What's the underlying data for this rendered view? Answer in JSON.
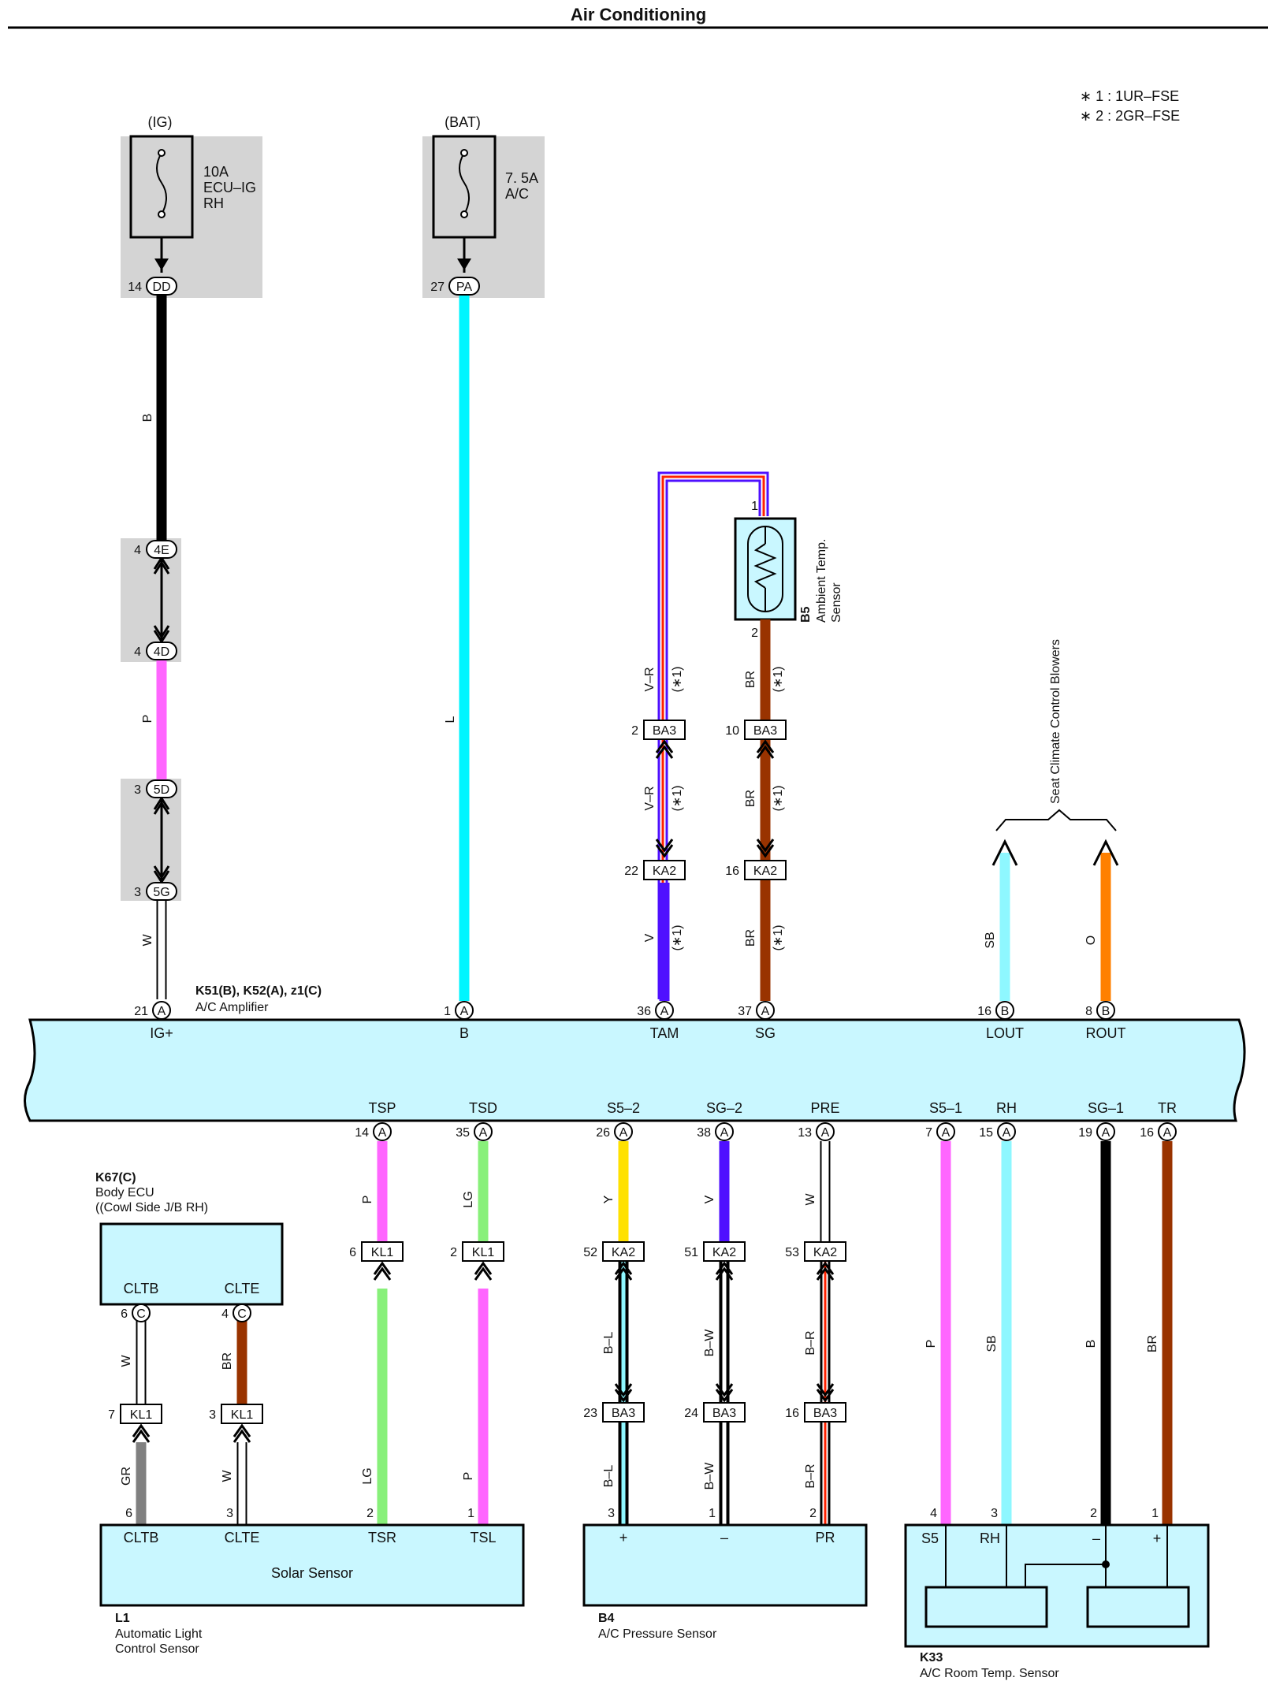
{
  "title": "Air Conditioning",
  "notes": [
    "∗ 1 : 1UR–FSE",
    "∗ 2 : 2GR–FSE"
  ],
  "fuses": [
    {
      "source": "(IG)",
      "lines": [
        "10A",
        "ECU–IG",
        "RH"
      ],
      "pin": "14",
      "connector": "DD"
    },
    {
      "source": "(BAT)",
      "lines": [
        "7. 5A",
        "A/C"
      ],
      "pin": "27",
      "connector": "PA"
    }
  ],
  "junctions": [
    {
      "pin": "4",
      "id": "4E"
    },
    {
      "pin": "4",
      "id": "4D"
    },
    {
      "pin": "3",
      "id": "5D"
    },
    {
      "pin": "3",
      "id": "5G"
    }
  ],
  "amplifier": {
    "ref": "K51(B), K52(A), z1(C)",
    "name": "A/C Amplifier",
    "top_pins": [
      {
        "num": "21",
        "conn": "A",
        "label": "IG+"
      },
      {
        "num": "1",
        "conn": "A",
        "label": "B"
      },
      {
        "num": "36",
        "conn": "A",
        "label": "TAM"
      },
      {
        "num": "37",
        "conn": "A",
        "label": "SG"
      },
      {
        "num": "16",
        "conn": "B",
        "label": "LOUT"
      },
      {
        "num": "8",
        "conn": "B",
        "label": "ROUT"
      }
    ],
    "bottom_pins": [
      {
        "num": "14",
        "conn": "A",
        "label": "TSP"
      },
      {
        "num": "35",
        "conn": "A",
        "label": "TSD"
      },
      {
        "num": "26",
        "conn": "A",
        "label": "S5–2"
      },
      {
        "num": "38",
        "conn": "A",
        "label": "SG–2"
      },
      {
        "num": "13",
        "conn": "A",
        "label": "PRE"
      },
      {
        "num": "7",
        "conn": "A",
        "label": "S5–1"
      },
      {
        "num": "15",
        "conn": "A",
        "label": "RH"
      },
      {
        "num": "19",
        "conn": "A",
        "label": "SG–1"
      },
      {
        "num": "16",
        "conn": "A",
        "label": "TR"
      }
    ]
  },
  "ambient_sensor": {
    "ref": "B5",
    "name_lines": [
      "Ambient Temp.",
      "Sensor"
    ],
    "pin_top": "1",
    "pin_bottom": "2"
  },
  "seat_blowers": "Seat Climate Control Blowers",
  "wire_labels": {
    "ig_upper": "B",
    "ig_mid": "P",
    "ig_lower": "W",
    "bat": "L",
    "tam": "V–R",
    "tam_low": "V",
    "sg": "BR",
    "lout": "SB",
    "rout": "O",
    "tsp": "P",
    "tsd": "LG",
    "s52": "Y",
    "sg2": "V",
    "pre": "W",
    "s51": "P",
    "rh": "SB",
    "sg1": "B",
    "tr": "BR",
    "cltb": "W",
    "clte": "BR",
    "gr": "GR",
    "w2": "W",
    "lg2": "LG",
    "p2": "P",
    "bl": "B–L",
    "bw": "B–W",
    "br2": "B–R"
  },
  "note_mark": "(∗1)",
  "inline": [
    {
      "pin": "2",
      "id": "BA3"
    },
    {
      "pin": "10",
      "id": "BA3"
    },
    {
      "pin": "22",
      "id": "KA2"
    },
    {
      "pin": "16",
      "id": "KA2"
    },
    {
      "pin": "6",
      "id": "KL1"
    },
    {
      "pin": "2",
      "id": "KL1"
    },
    {
      "pin": "52",
      "id": "KA2"
    },
    {
      "pin": "51",
      "id": "KA2"
    },
    {
      "pin": "53",
      "id": "KA2"
    },
    {
      "pin": "23",
      "id": "BA3"
    },
    {
      "pin": "24",
      "id": "BA3"
    },
    {
      "pin": "16",
      "id": "BA3"
    },
    {
      "pin": "7",
      "id": "KL1"
    },
    {
      "pin": "3",
      "id": "KL1"
    }
  ],
  "body_ecu": {
    "ref": "K67(C)",
    "name": "Body ECU",
    "location": "((Cowl Side J/B RH)",
    "pins": [
      {
        "num": "6",
        "conn": "C",
        "label": "CLTB"
      },
      {
        "num": "4",
        "conn": "C",
        "label": "CLTE"
      }
    ]
  },
  "solar_sensor": {
    "name": "Solar Sensor",
    "ref": "L1",
    "desc_lines": [
      "Automatic Light",
      "Control Sensor"
    ],
    "pins": [
      {
        "num": "6",
        "label": "CLTB"
      },
      {
        "num": "3",
        "label": "CLTE"
      },
      {
        "num": "2",
        "label": "TSR"
      },
      {
        "num": "1",
        "label": "TSL"
      }
    ]
  },
  "pressure_sensor": {
    "ref": "B4",
    "name": "A/C Pressure Sensor",
    "pins": [
      {
        "num": "3",
        "label": "+"
      },
      {
        "num": "1",
        "label": "–"
      },
      {
        "num": "2",
        "label": "PR"
      }
    ]
  },
  "room_sensor": {
    "ref": "K33",
    "name": "A/C Room Temp.  Sensor",
    "pins": [
      {
        "num": "4",
        "label": "S5"
      },
      {
        "num": "3",
        "label": "RH"
      },
      {
        "num": "2",
        "label": "–"
      },
      {
        "num": "1",
        "label": "+"
      }
    ]
  },
  "colors": {
    "black": "#000000",
    "cyan": "#00f5ff",
    "pink": "#ff66ff",
    "brown": "#993300",
    "violet": "#4f10ff",
    "light_blue": "#8ef7ff",
    "orange": "#ff8000",
    "lime": "#88f07a",
    "yellow": "#ffe100",
    "grey": "#808080",
    "box_fill": "#c9f7ff",
    "shade": "#d4d4d4"
  }
}
